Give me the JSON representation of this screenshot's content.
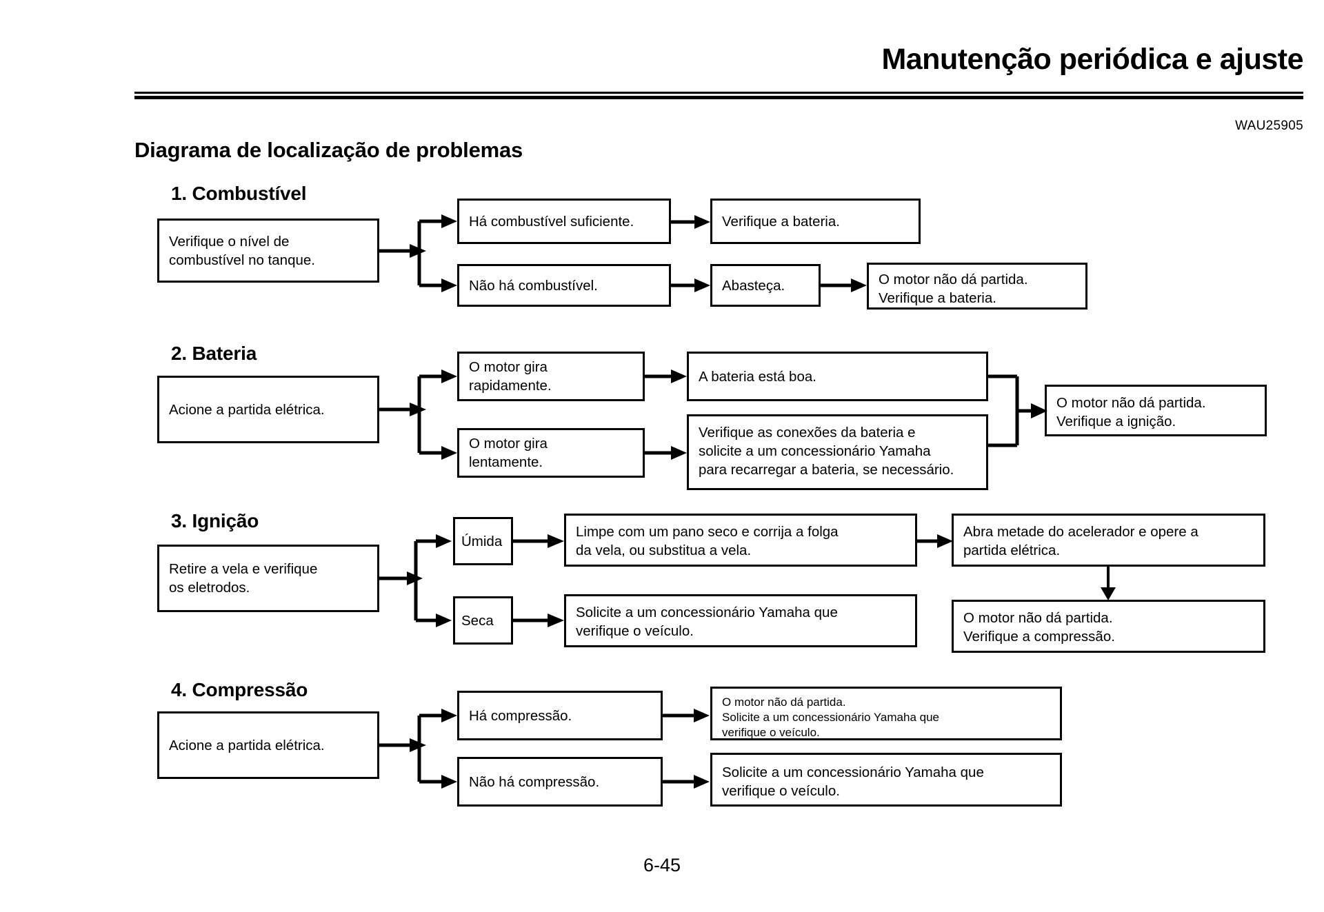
{
  "header": {
    "title": "Manutenção periódica e ajuste",
    "code": "WAU25905"
  },
  "diagram_title": "Diagrama de localização de problemas",
  "footer": {
    "page_number": "6-45"
  },
  "sections": [
    {
      "title": "1. Combustível",
      "start": "Verifique o nível de\ncombustível no tanque.",
      "branch_a": "Há combustível suficiente.",
      "branch_a_next": "Verifique a bateria.",
      "branch_b": "Não há combustível.",
      "branch_b_next": "Abasteça.",
      "branch_b_final": "O motor não dá partida.\nVerifique a bateria."
    },
    {
      "title": "2. Bateria",
      "start": "Acione a partida elétrica.",
      "branch_a": "O motor gira\nrapidamente.",
      "branch_a_next": "A bateria está boa.",
      "branch_b": "O motor gira\nlentamente.",
      "branch_b_next": "Verifique as conexões da bateria e\nsolicite a um concessionário Yamaha\npara recarregar a bateria, se necessário.",
      "merged": "O motor não dá partida.\nVerifique a ignição."
    },
    {
      "title": "3. Ignição",
      "start": "Retire a vela e verifique\nos eletrodos.",
      "branch_a": "Úmida",
      "branch_a_next": "Limpe com um pano seco e corrija a folga\nda vela, ou substitua a vela.",
      "branch_a_final": "Abra metade do acelerador e opere a\npartida elétrica.",
      "branch_b": "Seca",
      "branch_b_next": "Solicite a um concessionário Yamaha que\nverifique o veículo.",
      "result": "O motor não dá partida.\nVerifique a compressão."
    },
    {
      "title": "4. Compressão",
      "start": "Acione a partida elétrica.",
      "branch_a": "Há compressão.",
      "branch_a_next": "O motor não dá partida.\nSolicite a um concessionário Yamaha que\nverifique o veículo.",
      "branch_b": "Não há compressão.",
      "branch_b_next": "Solicite a um concessionário Yamaha que\nverifique o veículo."
    }
  ]
}
